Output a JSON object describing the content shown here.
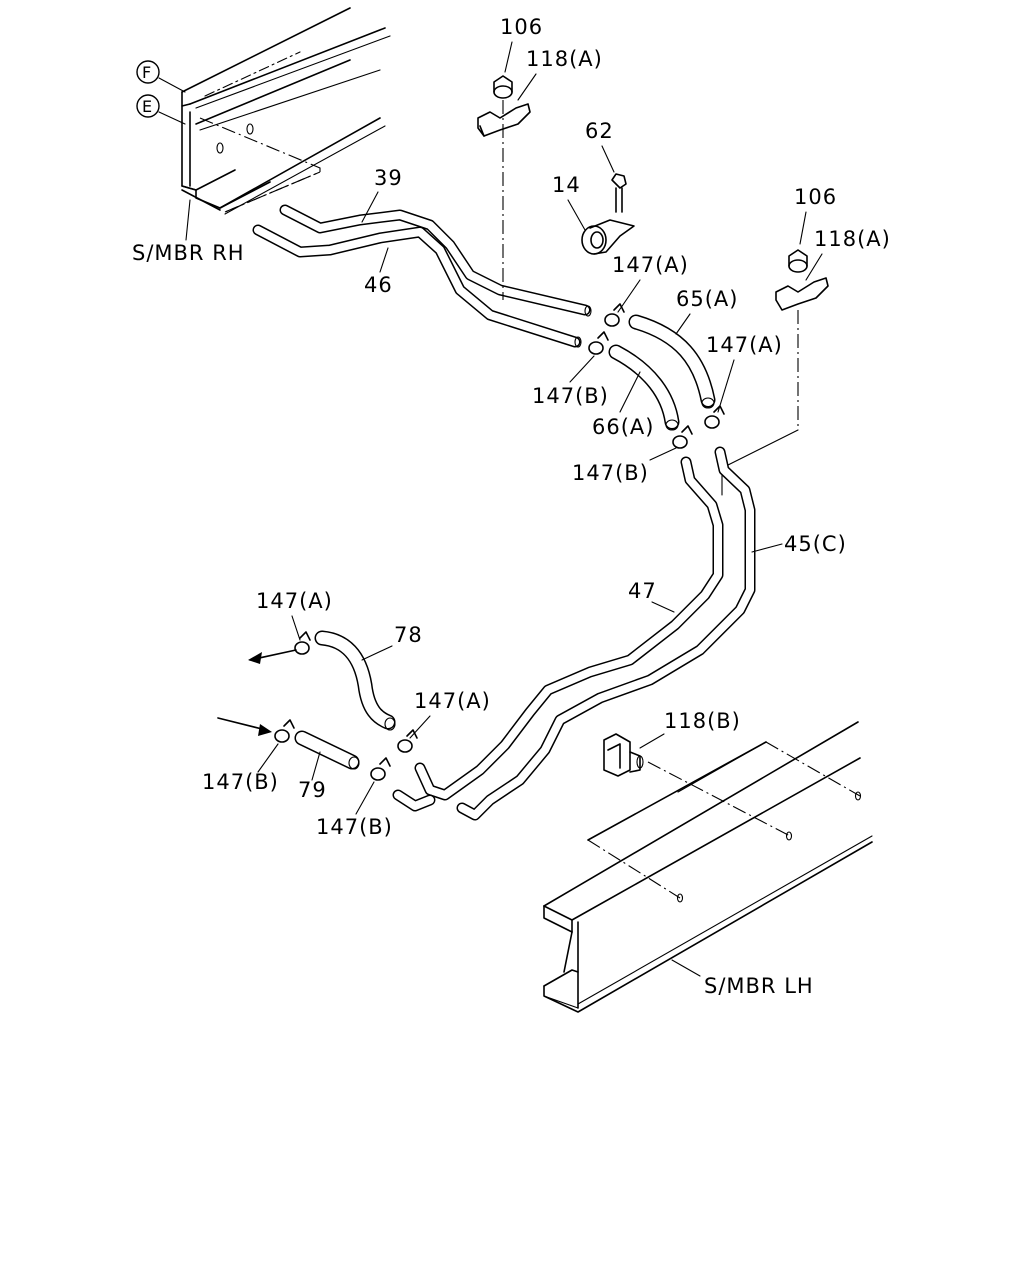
{
  "labels": {
    "ref_f": "F",
    "ref_e": "E",
    "smbr_rh": "S/MBR RH",
    "smbr_lh": "S/MBR LH",
    "p106_top": "106",
    "p118a_top": "118(A)",
    "p62": "62",
    "p14": "14",
    "p39": "39",
    "p46": "46",
    "p147a_1": "147(A)",
    "p147b_1": "147(B)",
    "p65a": "65(A)",
    "p147a_2": "147(A)",
    "p66a": "66(A)",
    "p147b_2": "147(B)",
    "p106_right": "106",
    "p118a_right": "118(A)",
    "p45c": "45(C)",
    "p47": "47",
    "p147a_3": "147(A)",
    "p78": "78",
    "p147a_4": "147(A)",
    "p147b_3": "147(B)",
    "p79": "79",
    "p147b_4": "147(B)",
    "p118b": "118(B)"
  }
}
